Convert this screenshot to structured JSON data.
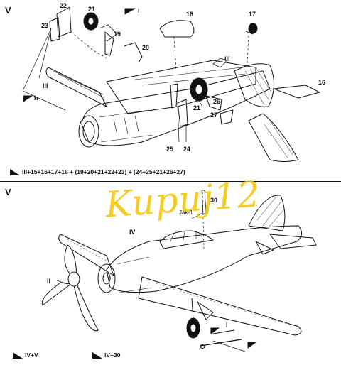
{
  "sections": {
    "top": "V",
    "bottom": "V"
  },
  "top_labels": {
    "l22": "22",
    "l21a": "21",
    "l23": "23",
    "l19": "19",
    "l20": "20",
    "l18": "18",
    "l17": "17",
    "l16": "16",
    "lIIIa": "III",
    "lIIIb": "III",
    "l21b": "21",
    "l26": "26",
    "l27": "27",
    "l25": "25",
    "l24": "24",
    "step_i": "i",
    "step_h": "h"
  },
  "top_sequence": "III+15+16+17+18 + (19+20+21+22+23) + (24+25+21+26+27)",
  "bottom_labels": {
    "l30": "30",
    "jak": "Jak-1",
    "lIV": "IV",
    "lII": "II",
    "lI": "I"
  },
  "bottom_steps": {
    "a": "IV+V",
    "b": "IV+30"
  },
  "watermark": "Kupuj12"
}
